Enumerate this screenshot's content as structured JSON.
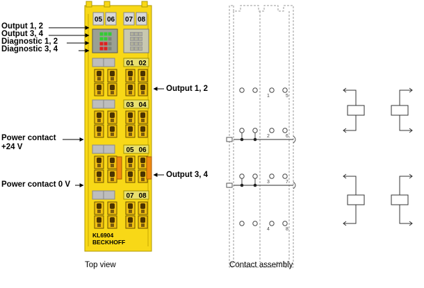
{
  "callouts_left": {
    "output_1_2": "Output 1, 2",
    "output_3_4": "Output 3, 4",
    "diagnostic_1_2": "Diagnostic 1, 2",
    "diagnostic_3_4": "Diagnostic 3, 4",
    "power_contact_24v_line1": "Power contact",
    "power_contact_24v_line2": "+24 V",
    "power_contact_0v": "Power contact 0 V"
  },
  "callouts_right": {
    "output_1_2": "Output 1, 2",
    "output_3_4": "Output 3, 4"
  },
  "terminal": {
    "tab_numbers_top": [
      "05",
      "06",
      "07",
      "08"
    ],
    "block_labels": [
      [
        "01",
        "02"
      ],
      [
        "03",
        "04"
      ],
      [
        "05",
        "06"
      ],
      [
        "07",
        "08"
      ]
    ],
    "model": "KL6904",
    "brand": "BECKHOFF",
    "body_color": "#f8d817",
    "led_green": "#33cc33",
    "led_red": "#e02020"
  },
  "contact_assembly": {
    "column_numbers": [
      [
        "1",
        "5"
      ],
      [
        "2",
        "6"
      ],
      [
        "3",
        "7"
      ],
      [
        "4",
        "8"
      ]
    ]
  },
  "captions": {
    "top_view": "Top view",
    "contact_assembly": "Contact assembly"
  }
}
